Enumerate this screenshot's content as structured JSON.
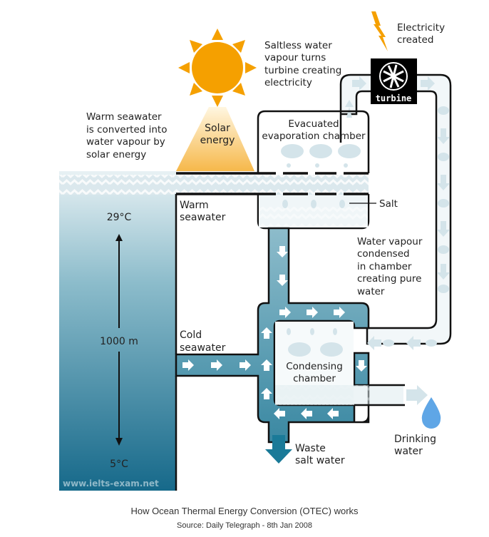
{
  "labels": {
    "electricity": [
      "Electricity",
      "created"
    ],
    "saltless": [
      "Saltless water",
      "vapour turns",
      "turbine creating",
      "electricity"
    ],
    "warm_converted": [
      "Warm seawater",
      "is converted into",
      "water vapour by",
      "solar energy"
    ],
    "solar": [
      "Solar",
      "energy"
    ],
    "evap": [
      "Evacuated",
      "evaporation chamber"
    ],
    "turbine": "turbine",
    "salt": "Salt",
    "warm_seawater": [
      "Warm",
      "seawater"
    ],
    "temp_top": "29°C",
    "depth": "1000 m",
    "temp_bottom": "5°C",
    "condensed": [
      "Water vapour",
      "condensed",
      "in chamber",
      "creating pure",
      "water"
    ],
    "cold_seawater": [
      "Cold",
      "seawater"
    ],
    "condensing": [
      "Condensing",
      "chamber"
    ],
    "waste": [
      "Waste",
      "salt water"
    ],
    "drinking": [
      "Drinking",
      "water"
    ],
    "watermark": "www.ielts-exam.net"
  },
  "caption": {
    "title": "How Ocean Thermal Energy Conversion (OTEC) works",
    "source": "Source: Daily Telegraph - 8th Jan 2008"
  },
  "colors": {
    "sun": "#f5a000",
    "pipe": "#3f8ea8",
    "vapour": "#d4e4ea",
    "sea_deep": "#1a6f8a",
    "drop": "#5fa6e6"
  }
}
